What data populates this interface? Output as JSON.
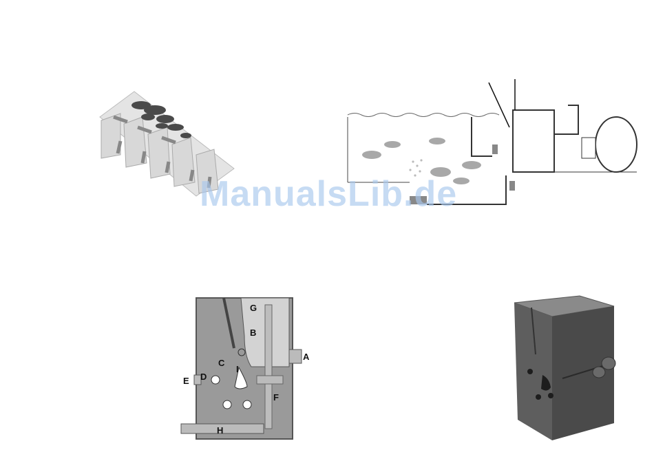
{
  "watermark": "ManualsLib.de",
  "cross_section": {
    "labels": {
      "A": "A",
      "B": "B",
      "C": "C",
      "D": "D",
      "E": "E",
      "F": "F",
      "G": "G",
      "H": "H",
      "I": "I"
    }
  },
  "icons": {
    "screen_diagram": "sieve-screen-diagram",
    "pond_diagram": "pond-filter-system-diagram",
    "cross_section": "filter-cross-section",
    "product_photo": "filter-box-photo"
  }
}
